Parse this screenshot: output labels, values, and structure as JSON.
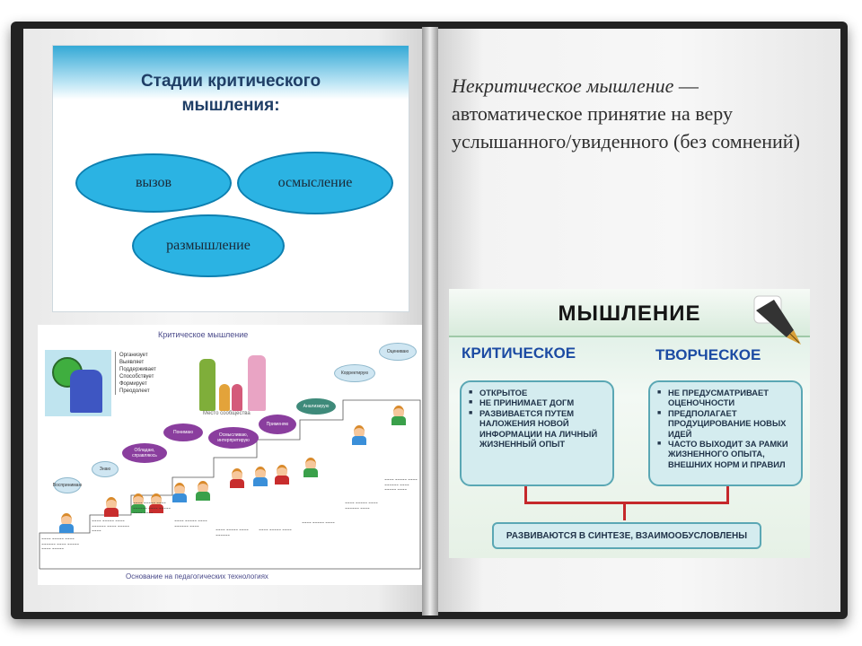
{
  "stages_slide": {
    "title_line1": "Стадии критического",
    "title_line2": "мышления:",
    "stage1": "вызов",
    "stage2": "осмысление",
    "stage3": "размышление"
  },
  "collage": {
    "title": "Критическое мышление",
    "verbs": [
      "Организует",
      "Выявляет",
      "Поддерживает",
      "Способствует",
      "Формирует",
      "Преодолеет"
    ],
    "family_caption": "Место сообщества",
    "clouds": [
      "Оцениваю",
      "Корректирую",
      "Анализирую",
      "Применяю",
      "Осмысливаю, интерпретирую",
      "Понимаю",
      "Обладаю, справляюсь",
      "Знаю",
      "Воспринимаю"
    ],
    "footer": "Основание на педагогических технологиях"
  },
  "definition": {
    "term": "Некритическое мышление",
    "dash": " —",
    "text": "автоматическое принятие на веру услышанного/увиденного (без сомнений)"
  },
  "thinking_slide": {
    "title": "МЫШЛЕНИЕ",
    "critical": {
      "title": "КРИТИЧЕСКОЕ",
      "items": [
        "ОТКРЫТОЕ",
        "НЕ ПРИНИМАЕТ ДОГМ",
        "РАЗВИВАЕТСЯ ПУТЕМ НАЛОЖЕНИЯ НОВОЙ ИНФОРМАЦИИ НА ЛИЧНЫЙ ЖИЗНЕННЫЙ ОПЫТ"
      ]
    },
    "creative": {
      "title": "ТВОРЧЕСКОЕ",
      "items": [
        "НЕ ПРЕДУСМАТРИВАЕТ ОЦЕНОЧНОСТИ",
        "ПРЕДПОЛАГАЕТ ПРОДУЦИРОВАНИЕ НОВЫХ ИДЕЙ",
        "ЧАСТО ВЫХОДИТ ЗА РАМКИ ЖИЗНЕННОГО ОПЫТА, ВНЕШНИХ НОРМ И ПРАВИЛ"
      ]
    },
    "bottom": "РАЗВИВАЮТСЯ В СИНТЕЗЕ, ВЗАИМООБУСЛОВЛЕНЫ"
  },
  "colors": {
    "ellipse_fill": "#2bb3e3",
    "title_blue": "#1c4ba3",
    "box_fill": "#d4ecef",
    "bracket_red": "#c5282b",
    "cloud_purple": "#8a3e9e"
  }
}
